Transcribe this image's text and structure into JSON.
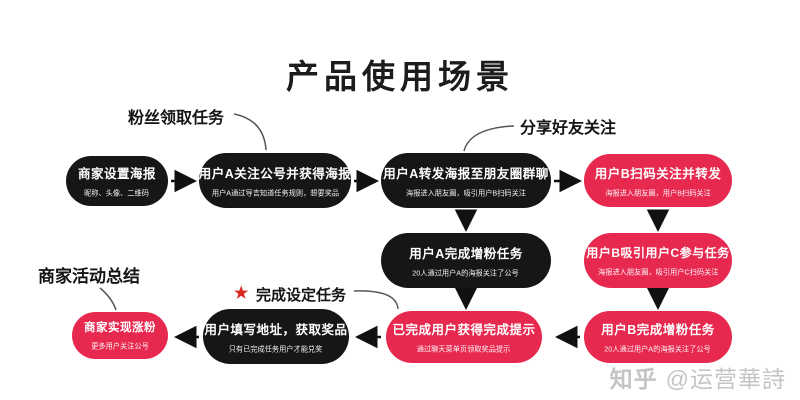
{
  "title": "产品使用场景",
  "annotations": {
    "fans_claim": "粉丝领取任务",
    "share_follow": "分享好友关注",
    "merchant_summary": "商家活动总结",
    "complete_task": "完成设定任务",
    "star": "★"
  },
  "nodes": {
    "merchant_poster": {
      "title": "商家设置海报",
      "subtitle": "昵称、头像、二维码"
    },
    "userA_follow": {
      "title": "用户A关注公号并获得海报",
      "subtitle": "用户A通过导言知道任务规则，想要奖品"
    },
    "userA_forward": {
      "title": "用户A转发海报至朋友圈群聊",
      "subtitle": "海报进入朋友圈，吸引用户B扫码关注"
    },
    "userB_scan": {
      "title": "用户B扫码关注并转发",
      "subtitle": "海报进入朋友圈，用户B扫码关注"
    },
    "userA_complete": {
      "title": "用户A完成增粉任务",
      "subtitle": "20人通过用户A的海报关注了公号"
    },
    "userB_attract": {
      "title": "用户B吸引用户C参与任务",
      "subtitle": "海报进入朋友圈，吸引用户C扫码关注"
    },
    "merchant_growth": {
      "title": "商家实现涨粉",
      "subtitle": "更多用户关注公号"
    },
    "user_address": {
      "title": "用户填写地址，获取奖品",
      "subtitle": "只有已完成任务用户才能兑奖"
    },
    "completed_notice": {
      "title": "已完成用户获得完成提示",
      "subtitle": "通过聊天菜单页领取奖品提示"
    },
    "userB_complete": {
      "title": "用户B完成增粉任务",
      "subtitle": "20人通过用户A的海报关注了公号"
    }
  },
  "watermark": {
    "brand": "知乎",
    "handle": "@运营華詩"
  },
  "colors": {
    "black_box": "#161616",
    "pink_box": "#e8294f",
    "star_red": "#d8281e",
    "arrow": "#111111",
    "watermark": "#c4c4c4"
  }
}
